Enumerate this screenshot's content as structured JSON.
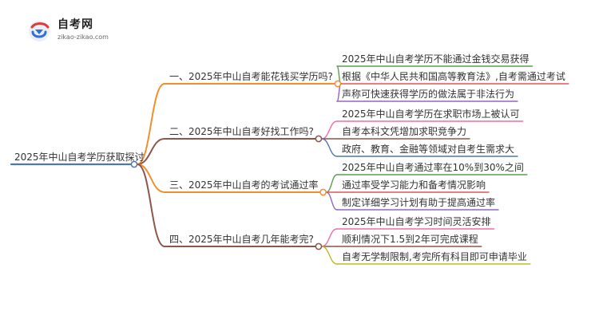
{
  "brand": {
    "name": "自考网",
    "url": "zikao-zikao.com"
  },
  "mindmap": {
    "root": "2025年中山自考学历获取探讨",
    "branches": [
      {
        "label": "一、2025年中山自考能花钱买学历吗?",
        "color": "#f28e2c",
        "children": [
          {
            "label": "2025年中山自考学历不能通过金钱交易获得",
            "color": "#59a14f"
          },
          {
            "label": "根据《中华人民共和国高等教育法》,自考需通过考试",
            "color": "#e15759"
          },
          {
            "label": "声称可快速获得学历的做法属于非法行为",
            "color": "#9467bd"
          }
        ]
      },
      {
        "label": "二、2025年中山自考好找工作吗?",
        "color": "#8c564b",
        "children": [
          {
            "label": "2025年中山自考学历在求职市场上被认可",
            "color": "#f06eaa"
          },
          {
            "label": "自考本科文凭增加求职竞争力",
            "color": "#8c564b"
          },
          {
            "label": "政府、教育、金融等领域对自考生需求大",
            "color": "#4e79a7"
          }
        ]
      },
      {
        "label": "三、2025年中山自考的考试通过率",
        "color": "#f28e2c",
        "children": [
          {
            "label": "2025年中山自考通过率在10%到30%之间",
            "color": "#59a14f"
          },
          {
            "label": "通过率受学习能力和备考情况影响",
            "color": "#e15759"
          },
          {
            "label": "制定详细学习计划有助于提高通过率",
            "color": "#9467bd"
          }
        ]
      },
      {
        "label": "四、2025年中山自考几年能考完?",
        "color": "#8c564b",
        "children": [
          {
            "label": "2025年中山自考学习时间灵活安排",
            "color": "#f06eaa"
          },
          {
            "label": "顺利情况下1.5到2年可完成课程",
            "color": "#8c564b"
          },
          {
            "label": "自考无学制限制,考完所有科目即可申请毕业",
            "color": "#bcbd22"
          }
        ]
      }
    ],
    "root_color": "#4e79a7"
  }
}
